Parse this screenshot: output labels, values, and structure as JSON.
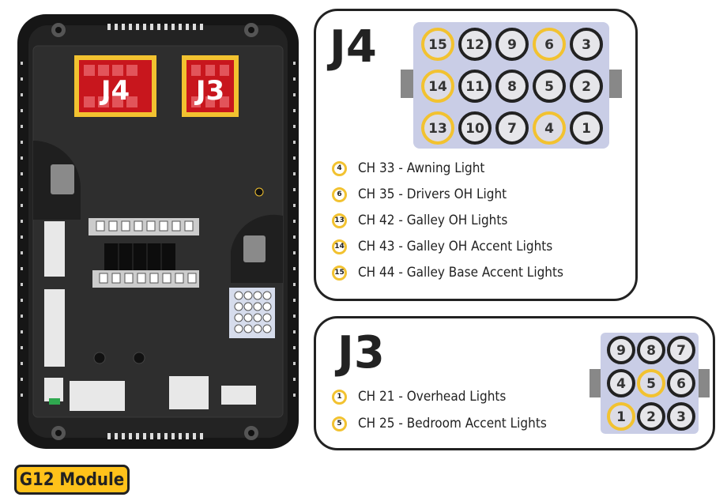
{
  "module": {
    "label": "G12 Module",
    "board_labels": {
      "j4": "J4",
      "j3": "J3"
    }
  },
  "j4": {
    "title": "J4",
    "rows": [
      [
        15,
        12,
        9,
        6,
        3
      ],
      [
        14,
        11,
        8,
        5,
        2
      ],
      [
        13,
        10,
        7,
        4,
        1
      ]
    ],
    "highlighted_pins": [
      15,
      6,
      14,
      13,
      4
    ],
    "legend": [
      {
        "pin": "4",
        "text": "CH 33 - Awning Light"
      },
      {
        "pin": "6",
        "text": "CH 35 - Drivers OH Light"
      },
      {
        "pin": "13",
        "text": "CH 42 - Galley OH Lights"
      },
      {
        "pin": "14",
        "text": "CH 43 - Galley OH Accent Lights"
      },
      {
        "pin": "15",
        "text": "CH 44 - Galley Base Accent Lights"
      }
    ]
  },
  "j3": {
    "title": "J3",
    "rows": [
      [
        9,
        8,
        7
      ],
      [
        4,
        5,
        6
      ],
      [
        1,
        2,
        3
      ]
    ],
    "highlighted_pins": [
      5,
      1
    ],
    "legend": [
      {
        "pin": "1",
        "text": "CH 21 - Overhead Lights"
      },
      {
        "pin": "5",
        "text": "CH 25 - Bedroom Accent Lights"
      }
    ]
  },
  "colors": {
    "highlight": "#f2c230",
    "label_bg": "#ffc21a",
    "connector_red": "#c8161d",
    "board": "#2b2b2b",
    "connector_body": "#c9cde6"
  }
}
